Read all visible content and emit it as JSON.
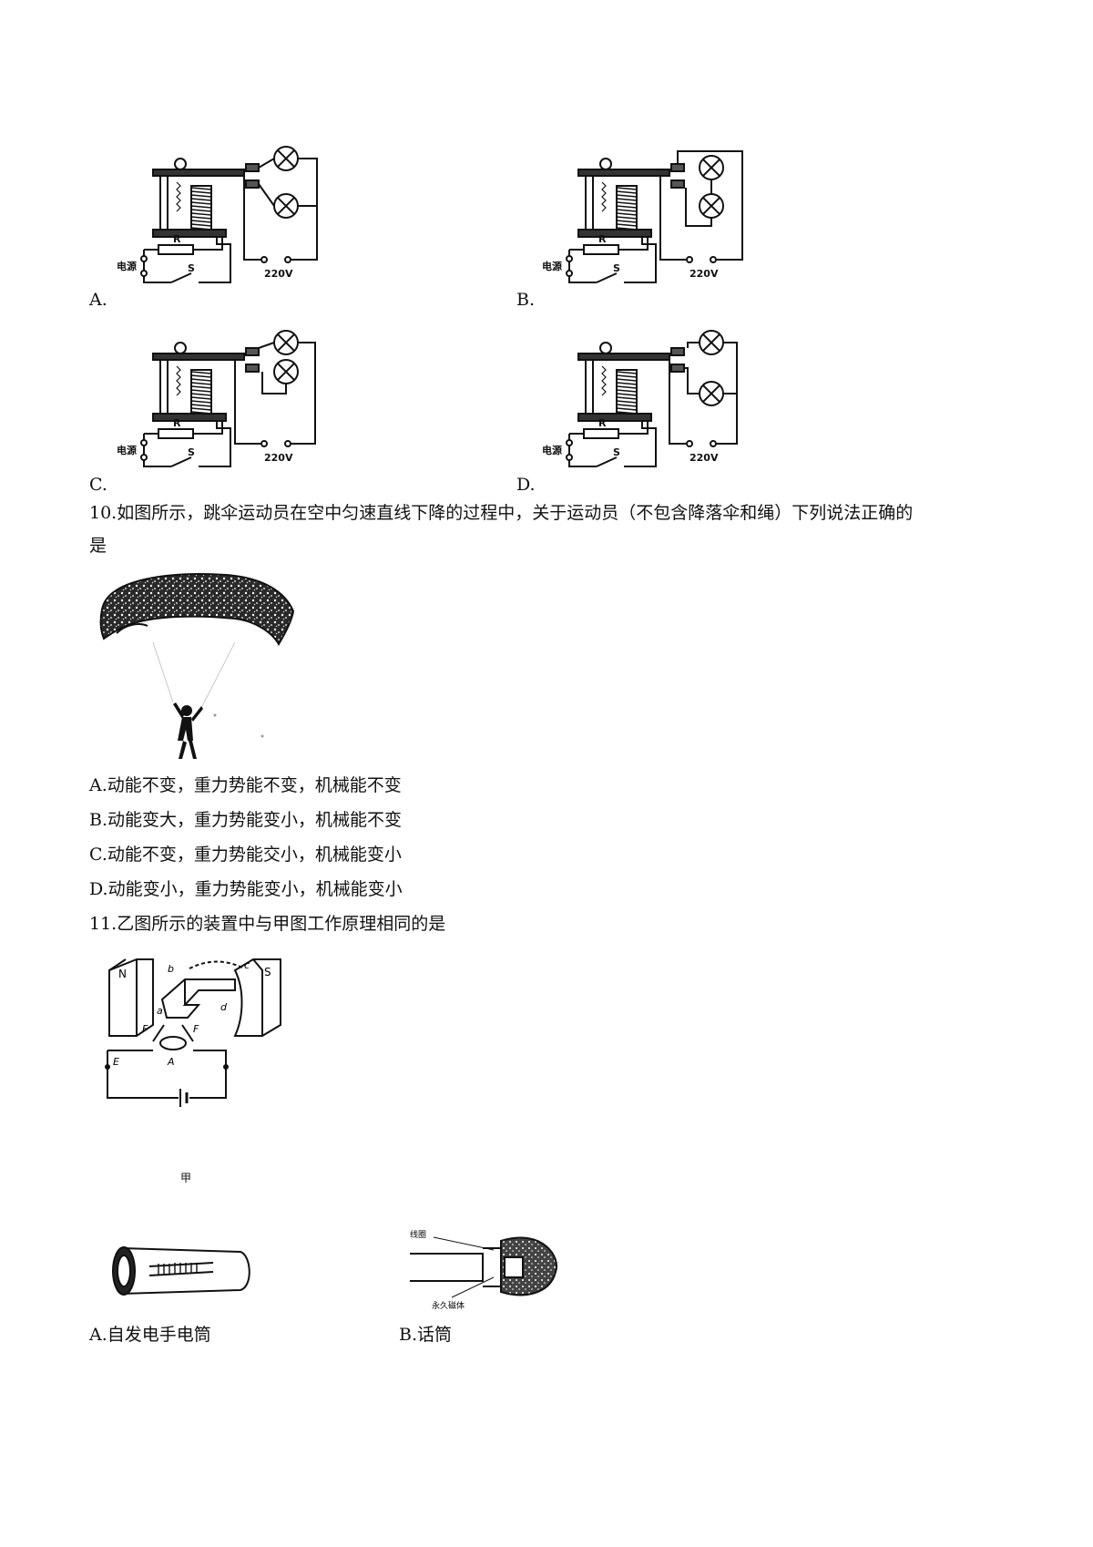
{
  "q9": {
    "options": [
      {
        "label": "A.",
        "circuit": {
          "left_label": "电源",
          "r_label": "R",
          "s_label": "S",
          "volt_label": "220V"
        }
      },
      {
        "label": "B.",
        "circuit": {
          "left_label": "电源",
          "r_label": "R",
          "s_label": "S",
          "volt_label": "220V"
        }
      },
      {
        "label": "C.",
        "circuit": {
          "left_label": "电源",
          "r_label": "R",
          "s_label": "S",
          "volt_label": "220V"
        }
      },
      {
        "label": "D.",
        "circuit": {
          "left_label": "电源",
          "r_label": "R",
          "s_label": "S",
          "volt_label": "220V"
        }
      }
    ]
  },
  "q10": {
    "stem_line1": "10.如图所示，跳伞运动员在空中匀速直线下降的过程中，关于运动员（不包含降落伞和绳）下列说法正确的",
    "stem_line2": "是",
    "options": [
      "A.动能不变，重力势能不变，机械能不变",
      "B.动能变大，重力势能变小，机械能不变",
      "C.动能不变，重力势能交小，机械能变小",
      "D.动能变小，重力势能变小，机械能变小"
    ]
  },
  "q11": {
    "stem": "11.乙图所示的装置中与甲图工作原理相同的是",
    "motor_labels": {
      "n": "N",
      "s": "S",
      "b": "b",
      "c": "c",
      "a": "a",
      "d": "d",
      "f1": "F",
      "f2": "F",
      "e": "E",
      "a2": "A"
    },
    "jia_label": "甲",
    "mic_labels": {
      "top": "线圈",
      "bottom": "永久磁体"
    },
    "options": [
      "A.自发电手电筒",
      "B.话筒"
    ]
  }
}
